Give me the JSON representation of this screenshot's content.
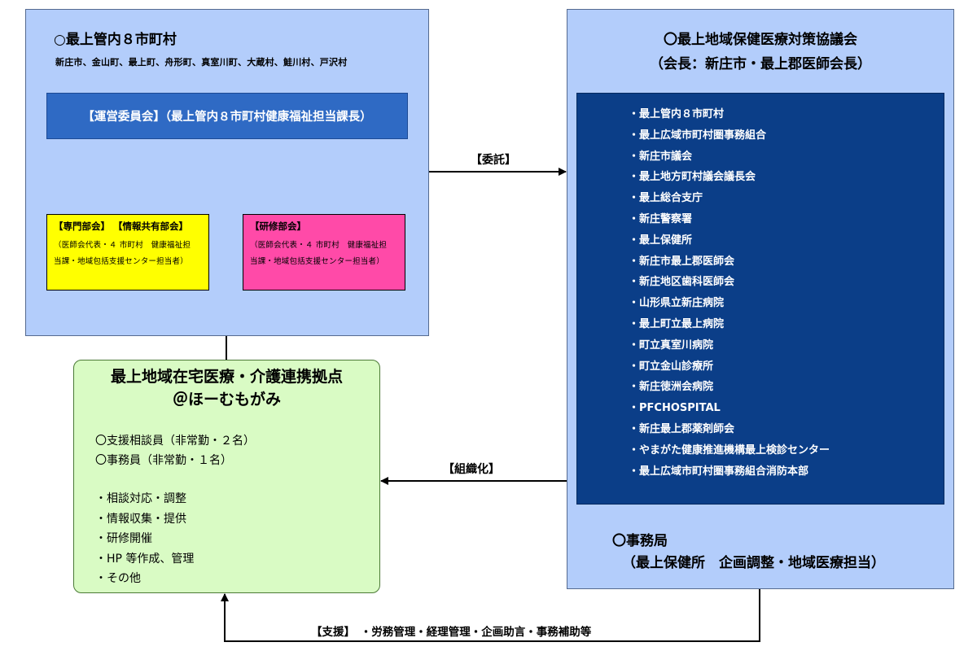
{
  "left_panel": {
    "title": "○最上管内８市町村",
    "towns": "新庄市、金山町、最上町、舟形町、真室川町、大蔵村、鮭川村、戸沢村",
    "steering_committee": "【運営委員会】（最上管内８市町村健康福祉担当課長）",
    "subcommittee_a": {
      "title": "【専門部会】 【情報共有部会】",
      "body": "（医師会代表・４ 市町村　健康福祉担\n当課・地域包括支援センター担当者）"
    },
    "subcommittee_b": {
      "title": "【研修部会】",
      "body": "（医師会代表・４ 市町村　健康福祉担\n当課・地域包括支援センター担当者）"
    }
  },
  "hub": {
    "title_line1": "最上地域在宅医療・介護連携拠点",
    "title_line2": "＠ほーむもがみ",
    "staff": [
      "〇支援相談員（非常勤・２名）",
      "〇事務員（非常勤・１名）"
    ],
    "tasks": [
      "・相談対応・調整",
      "・情報収集・提供",
      "・研修開催",
      "・HP 等作成、管理",
      "・その他"
    ]
  },
  "council": {
    "title_line1": "〇最上地域保健医療対策協議会",
    "title_line2": "（会長：新庄市・最上郡医師会長）",
    "members": [
      "・最上管内８市町村",
      "・最上広域市町村圏事務組合",
      "・新庄市議会",
      "・最上地方町村議会議長会",
      "・最上総合支庁",
      "・新庄警察署",
      "・最上保健所",
      "・新庄市最上郡医師会",
      "・新庄地区歯科医師会",
      "・山形県立新庄病院",
      "・最上町立最上病院",
      "・町立真室川病院",
      "・町立金山診療所",
      "・新庄徳洲会病院",
      "・PFCHOSPITAL",
      "・新庄最上郡薬剤師会",
      "・やまがた健康推進機構最上検診センター",
      "・最上広域市町村圏事務組合消防本部"
    ],
    "office_title": "〇事務局",
    "office_detail": "（最上保健所　企画調整・地域医療担当）"
  },
  "arrows": {
    "entrust": "【委託】",
    "organize": "【組織化】",
    "support": "【支援】　・労務管理・経理管理・企画助言・事務補助等"
  },
  "colors": {
    "panel_blue": "#b3cdfb",
    "committee_blue": "#2f6ac4",
    "member_navy": "#0b3e88",
    "subcommittee_yellow": "#ffff00",
    "subcommittee_pink": "#ff4aa8",
    "hub_green": "#d9fbc4"
  }
}
